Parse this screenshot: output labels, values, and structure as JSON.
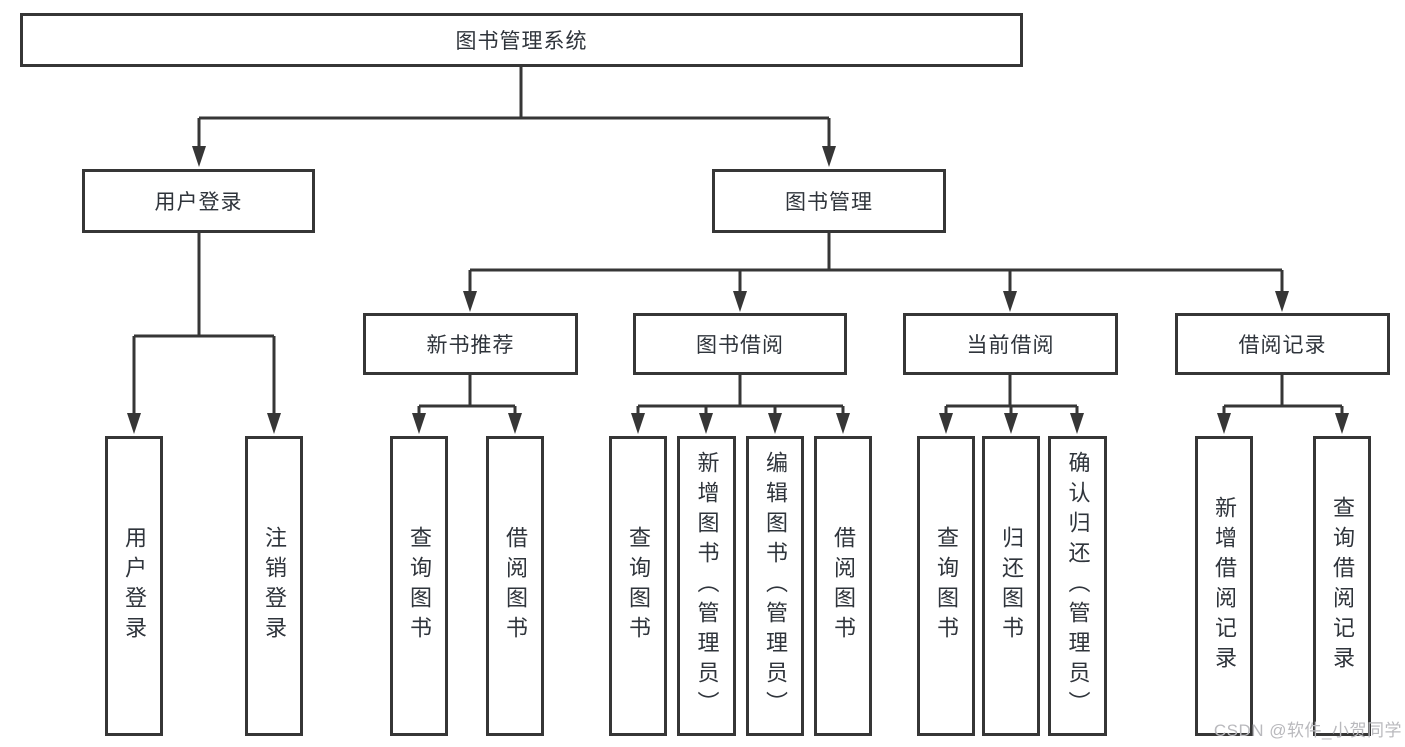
{
  "diagram_type": "hierarchy-tree",
  "colors": {
    "line": "#363636",
    "box_border": "#363636",
    "text": "#2f343b",
    "background": "#ffffff",
    "watermark": "#b9b9bd"
  },
  "tree": {
    "label": "图书管理系统",
    "children": [
      {
        "label": "用户登录",
        "children": [
          {
            "label": "用户登录"
          },
          {
            "label": "注销登录"
          }
        ]
      },
      {
        "label": "图书管理",
        "children": [
          {
            "label": "新书推荐",
            "children": [
              {
                "label": "查询图书"
              },
              {
                "label": "借阅图书"
              }
            ]
          },
          {
            "label": "图书借阅",
            "children": [
              {
                "label": "查询图书"
              },
              {
                "label": "新增图书（管理员）"
              },
              {
                "label": "编辑图书（管理员）"
              },
              {
                "label": "借阅图书"
              }
            ]
          },
          {
            "label": "当前借阅",
            "children": [
              {
                "label": "查询图书"
              },
              {
                "label": "归还图书"
              },
              {
                "label": "确认归还（管理员）"
              }
            ]
          },
          {
            "label": "借阅记录",
            "children": [
              {
                "label": "新增借阅记录"
              },
              {
                "label": "查询借阅记录"
              }
            ]
          }
        ]
      }
    ]
  },
  "watermark": {
    "text": "CSDN @软件_小贺同学"
  }
}
